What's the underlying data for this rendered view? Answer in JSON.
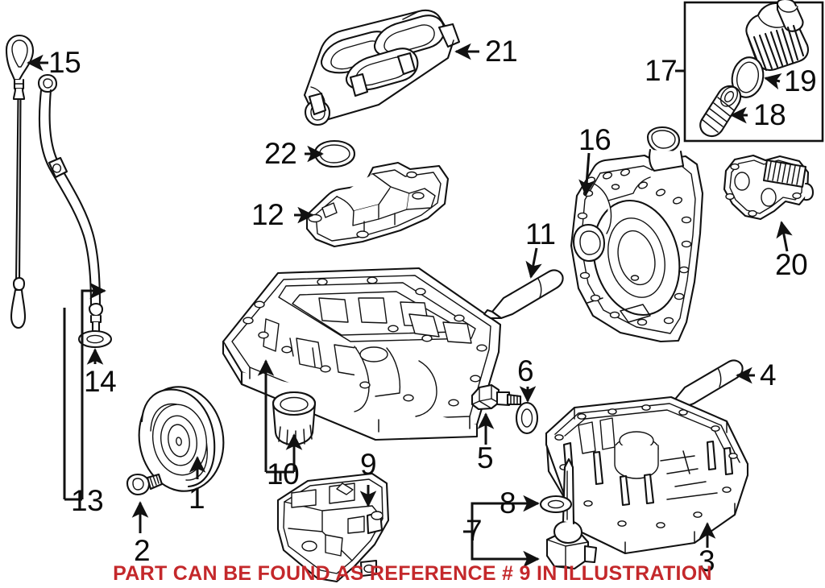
{
  "diagram": {
    "title": "Engine Oil System Exploded Parts Diagram",
    "background_color": "#ffffff",
    "line_color": "#111111",
    "notice_text": "PART CAN BE FOUND AS REFERENCE # 9 IN ILLUSTRATION",
    "notice_color": "#c4282b"
  },
  "callouts": [
    {
      "id": "1",
      "label": "1",
      "part": "crankshaft-pulley-harmonic-balancer"
    },
    {
      "id": "2",
      "label": "2",
      "part": "crankshaft-pulley-bolt"
    },
    {
      "id": "3",
      "label": "3",
      "part": "lower-oil-pan"
    },
    {
      "id": "4",
      "label": "4",
      "part": "sealant-tube-lower-pan"
    },
    {
      "id": "5",
      "label": "5",
      "part": "oil-drain-plug"
    },
    {
      "id": "6",
      "label": "6",
      "part": "drain-plug-sealing-washer"
    },
    {
      "id": "7",
      "label": "7",
      "part": "oil-level-sensor"
    },
    {
      "id": "8",
      "label": "8",
      "part": "oil-level-sensor-o-ring"
    },
    {
      "id": "9",
      "label": "9",
      "part": "oil-baffle-windage-tray"
    },
    {
      "id": "10",
      "label": "10",
      "part": "upper-oil-pan-with-sensor-boss"
    },
    {
      "id": "11",
      "label": "11",
      "part": "sealant-tube-upper-pan"
    },
    {
      "id": "12",
      "label": "12",
      "part": "oil-separator-baffle-plate"
    },
    {
      "id": "13",
      "label": "13",
      "part": "dipstick-guide-tube"
    },
    {
      "id": "14",
      "label": "14",
      "part": "guide-tube-o-ring"
    },
    {
      "id": "15",
      "label": "15",
      "part": "oil-level-dipstick"
    },
    {
      "id": "16",
      "label": "16",
      "part": "rear-main-seal-housing"
    },
    {
      "id": "17",
      "label": "17",
      "part": "oil-filter-housing-assembly"
    },
    {
      "id": "18",
      "label": "18",
      "part": "oil-filter-cartridge"
    },
    {
      "id": "19",
      "label": "19",
      "part": "oil-filter-cap-o-ring"
    },
    {
      "id": "20",
      "label": "20",
      "part": "oil-filter-housing-bracket"
    },
    {
      "id": "21",
      "label": "21",
      "part": "valve-cover-oil-separator"
    },
    {
      "id": "22",
      "label": "22",
      "part": "oil-separator-gasket-seal"
    }
  ]
}
